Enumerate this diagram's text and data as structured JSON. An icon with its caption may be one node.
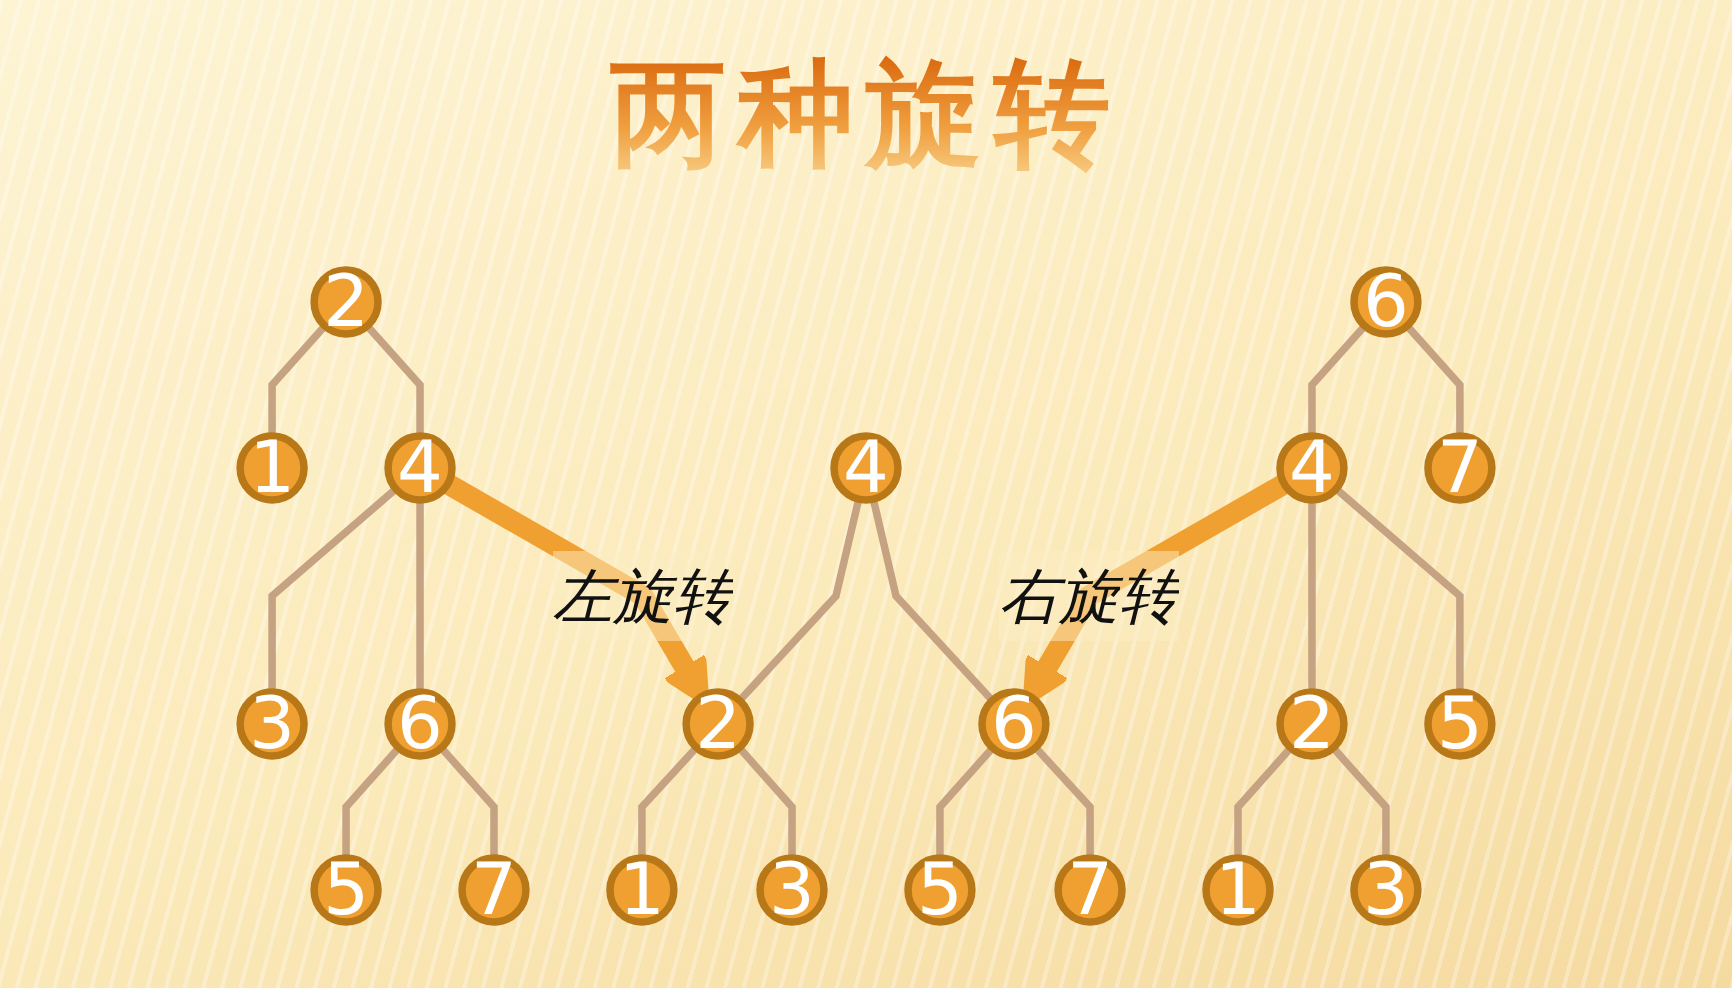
{
  "diagram": {
    "title": "两种旋转",
    "nodes": [
      {
        "text": [
          "2"
        ]
      },
      {
        "text": [
          "1"
        ]
      },
      {
        "text": [
          "4"
        ]
      },
      {
        "text": [
          "3"
        ]
      },
      {
        "text": [
          "6"
        ]
      },
      {
        "text": [
          "5"
        ]
      },
      {
        "text": [
          "7"
        ]
      },
      {
        "text": [
          "4"
        ]
      },
      {
        "text": [
          "2"
        ]
      },
      {
        "text": [
          "6"
        ]
      },
      {
        "text": [
          "1"
        ]
      },
      {
        "text": [
          "3"
        ]
      },
      {
        "text": [
          "5"
        ]
      },
      {
        "text": [
          "7"
        ]
      },
      {
        "text": [
          "6"
        ]
      },
      {
        "text": [
          "4"
        ]
      },
      {
        "text": [
          "7"
        ]
      },
      {
        "text": [
          "2"
        ]
      },
      {
        "text": [
          "5"
        ]
      },
      {
        "text": [
          "1"
        ]
      },
      {
        "text": [
          "3"
        ]
      }
    ],
    "edges": [
      {
        "from": 0,
        "to": 1,
        "arrow": "none"
      },
      {
        "from": 0,
        "to": 2,
        "arrow": "none"
      },
      {
        "from": 2,
        "to": 3,
        "arrow": "none"
      },
      {
        "from": 2,
        "to": 4,
        "arrow": "none"
      },
      {
        "from": 4,
        "to": 5,
        "arrow": "none"
      },
      {
        "from": 4,
        "to": 6,
        "arrow": "none"
      },
      {
        "from": 2,
        "to": 8,
        "arrow": "to",
        "label": "左旋转",
        "style": "thick",
        "color": "#f0a030"
      },
      {
        "from": 7,
        "to": 8,
        "arrow": "none"
      },
      {
        "from": 7,
        "to": 9,
        "arrow": "none"
      },
      {
        "from": 8,
        "to": 10,
        "arrow": "none"
      },
      {
        "from": 8,
        "to": 11,
        "arrow": "none"
      },
      {
        "from": 9,
        "to": 12,
        "arrow": "none"
      },
      {
        "from": 9,
        "to": 13,
        "arrow": "none"
      },
      {
        "from": 15,
        "to": 9,
        "arrow": "to",
        "label": "右旋转",
        "style": "thick",
        "color": "#f0a030"
      },
      {
        "from": 14,
        "to": 15,
        "arrow": "none"
      },
      {
        "from": 14,
        "to": 16,
        "arrow": "none"
      },
      {
        "from": 15,
        "to": 17,
        "arrow": "none"
      },
      {
        "from": 15,
        "to": 18,
        "arrow": "none"
      },
      {
        "from": 17,
        "to": 19,
        "arrow": "none"
      },
      {
        "from": 17,
        "to": 20,
        "arrow": "none"
      }
    ]
  }
}
